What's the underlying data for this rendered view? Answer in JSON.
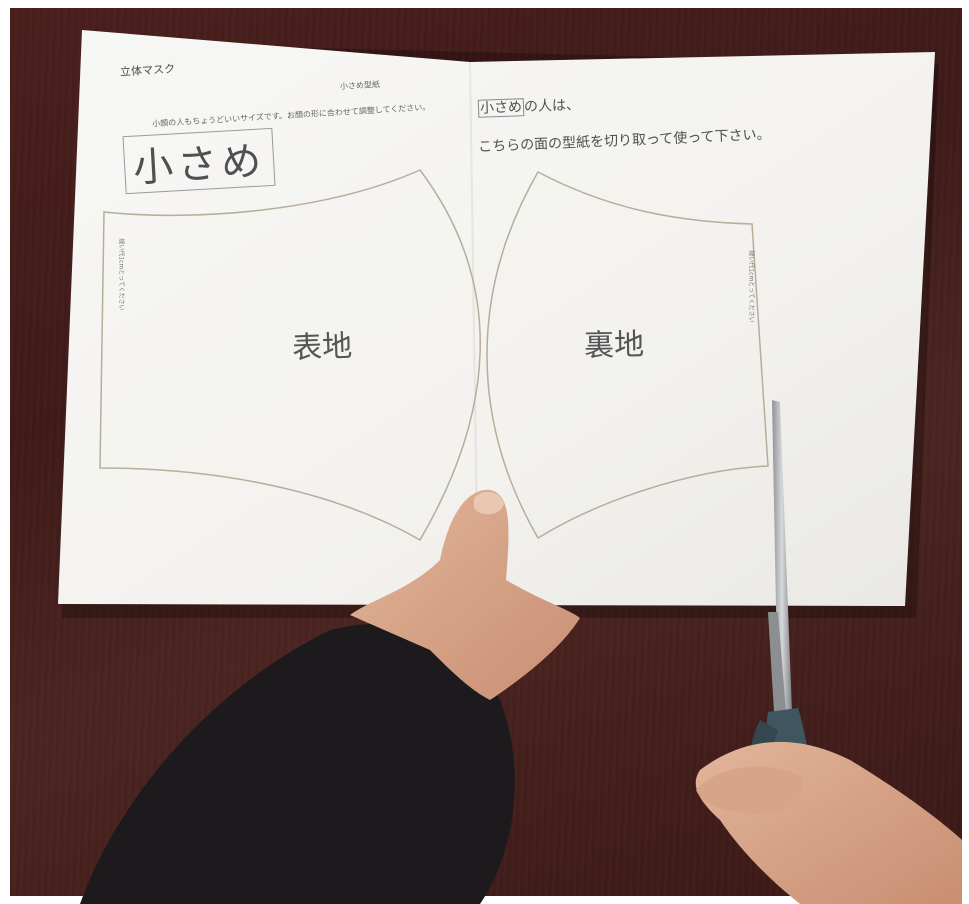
{
  "photo": {
    "subject": "Paper mask sewing pattern being cut with scissors"
  },
  "pattern_sheet": {
    "title": "立体マスク",
    "size_note": "小さめ型紙",
    "instruction_left": "小顔の人もちょうどいいサイズです。お顔の形に合わせて調整してください。",
    "size_label": "小さめ",
    "right_text_highlight": "小さめ",
    "right_text_line1_rest": "の人は、",
    "right_text_line2": "こちらの面の型紙を切り取って使って下さい。",
    "front_piece_label": "表地",
    "back_piece_label": "裏地",
    "side_note_left": "縫い代1cmとってください",
    "side_note_right": "縫い代1cmとってください"
  },
  "colors": {
    "table": "#43201c",
    "paper": "#f6f5f2",
    "pattern_line": "#b8ad9a",
    "sleeve": "#1c1a1c",
    "skin": "#d9a98e",
    "scissor_handle": "#3f5560",
    "scissor_blade": "#b9bcbf"
  }
}
